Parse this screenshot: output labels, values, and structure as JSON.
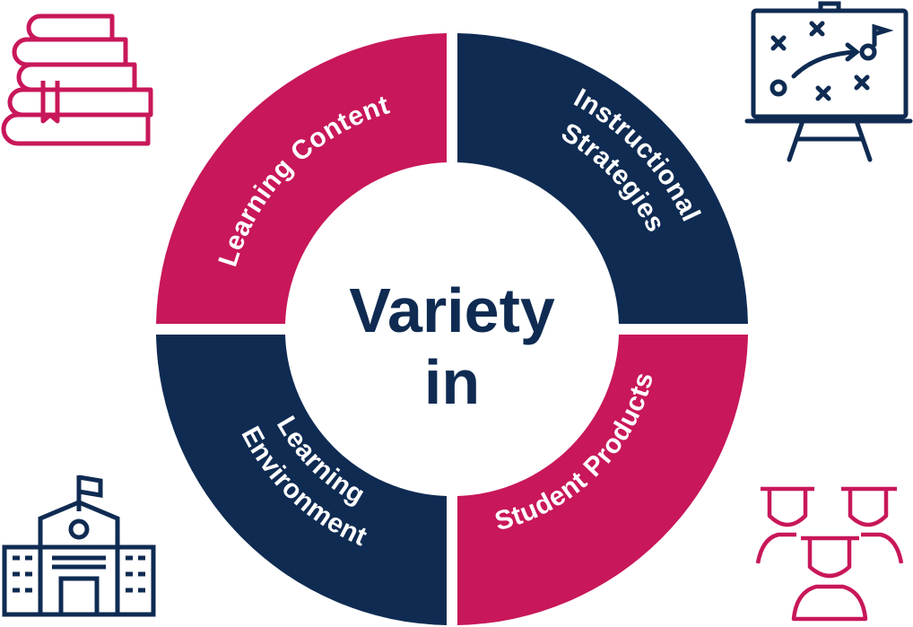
{
  "colors": {
    "pink": "#c8175a",
    "navy": "#0f2b52"
  },
  "center": {
    "line1": "Variety",
    "line2": "in"
  },
  "quadrants": [
    {
      "name": "learning-content",
      "lines": [
        "Learning Content"
      ],
      "color": "pink",
      "icon": "books-icon"
    },
    {
      "name": "instructional-strategies",
      "lines": [
        "Instructional",
        "Strategies"
      ],
      "color": "navy",
      "icon": "strategy-board-icon"
    },
    {
      "name": "student-products",
      "lines": [
        "Student Products"
      ],
      "color": "pink",
      "icon": "students-graduates-icon"
    },
    {
      "name": "learning-environment",
      "lines": [
        "Learning",
        "Environment"
      ],
      "color": "navy",
      "icon": "school-building-icon"
    }
  ]
}
